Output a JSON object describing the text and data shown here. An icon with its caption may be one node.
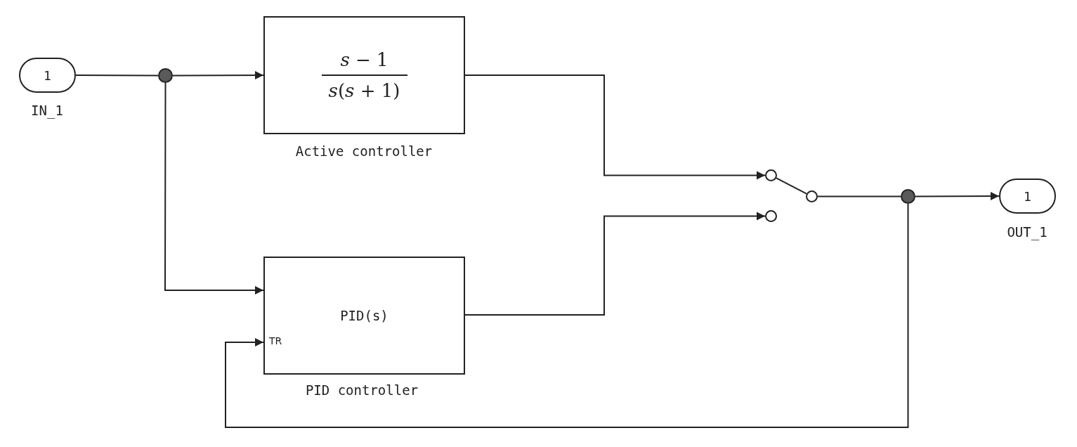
{
  "diagram": {
    "nodes": [
      {
        "text": [
          "1"
        ],
        "beside": [
          "IN_1"
        ]
      },
      {
        "text": [],
        "shape": "circle"
      },
      {
        "text": [
          "*s* − 1",
          "*s*(*s* + 1)"
        ],
        "beside": [
          "Active controller"
        ]
      },
      {
        "text": [
          "PID(s)",
          "TR"
        ],
        "beside": [
          "PID controller"
        ]
      },
      {
        "text": [],
        "shape": "circle"
      },
      {
        "text": [],
        "shape": "circle"
      },
      {
        "text": [],
        "shape": "circle"
      },
      {
        "text": [],
        "shape": "circle"
      },
      {
        "text": [
          "1"
        ],
        "beside": [
          "OUT_1"
        ]
      }
    ],
    "edges": [
      {
        "from": 0,
        "to": 1,
        "arrow": "none"
      },
      {
        "from": 1,
        "to": 2,
        "arrow": "to"
      },
      {
        "from": 1,
        "to": 3,
        "arrow": "to"
      },
      {
        "from": 2,
        "to": 4,
        "arrow": "to"
      },
      {
        "from": 3,
        "to": 5,
        "arrow": "to"
      },
      {
        "from": 4,
        "to": 6,
        "arrow": "none"
      },
      {
        "from": 6,
        "to": 7,
        "arrow": "none"
      },
      {
        "from": 7,
        "to": 8,
        "arrow": "to"
      },
      {
        "from": 7,
        "to": 3,
        "arrow": "to"
      }
    ]
  }
}
